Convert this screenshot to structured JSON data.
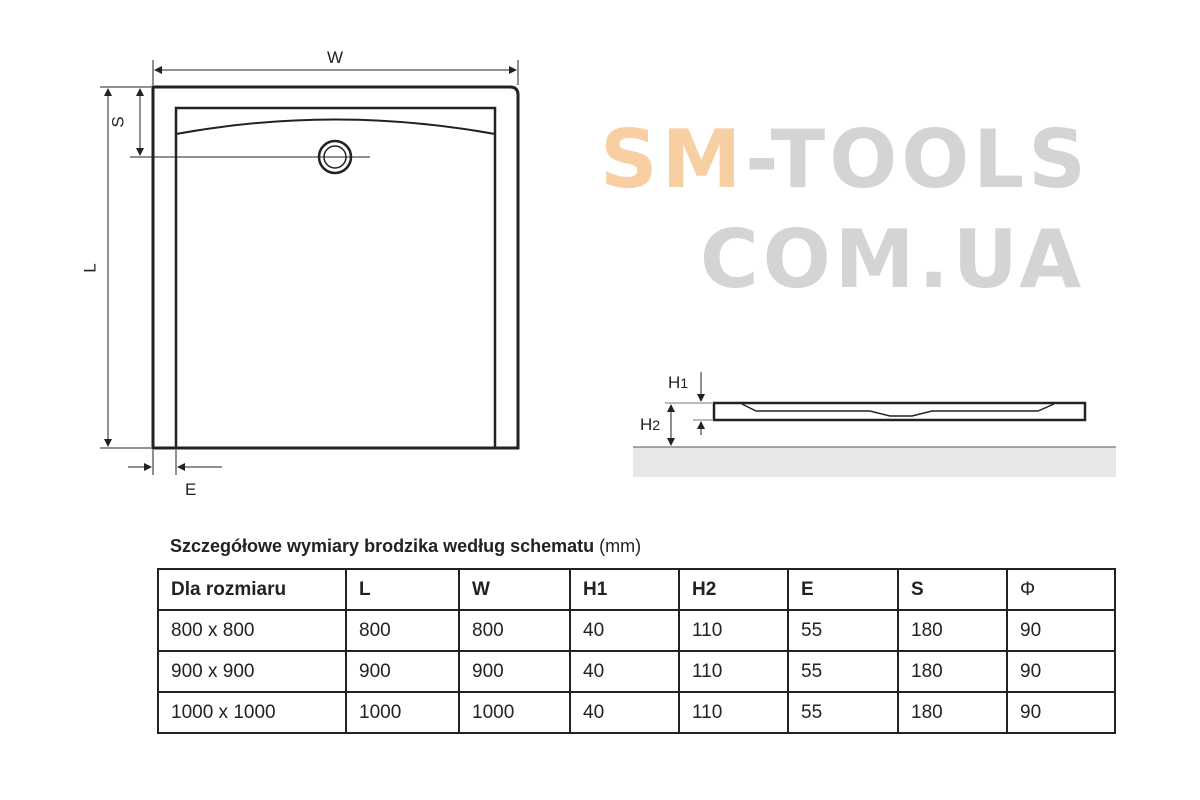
{
  "diagram": {
    "top_view_labels": {
      "width": "W",
      "length": "L",
      "drain_offset": "S",
      "edge": "E"
    },
    "side_view_labels": {
      "h1_main": "H",
      "h1_sub": "1",
      "h2_main": "H",
      "h2_sub": "2"
    }
  },
  "watermark": {
    "line1_a": "SM",
    "line1_b": "-TOOLS",
    "line2": "COM.UA"
  },
  "table": {
    "caption_bold": "Szczegółowe wymiary brodzika według schematu",
    "caption_unit": " (mm)",
    "headers": [
      "Dla rozmiaru",
      "L",
      "W",
      "H1",
      "H2",
      "E",
      "S",
      "Φ"
    ],
    "rows": [
      [
        "800 x 800",
        "800",
        "800",
        "40",
        "110",
        "55",
        "180",
        "90"
      ],
      [
        "900 x 900",
        "900",
        "900",
        "40",
        "110",
        "55",
        "180",
        "90"
      ],
      [
        "1000 x 1000",
        "1000",
        "1000",
        "40",
        "110",
        "55",
        "180",
        "90"
      ]
    ]
  }
}
